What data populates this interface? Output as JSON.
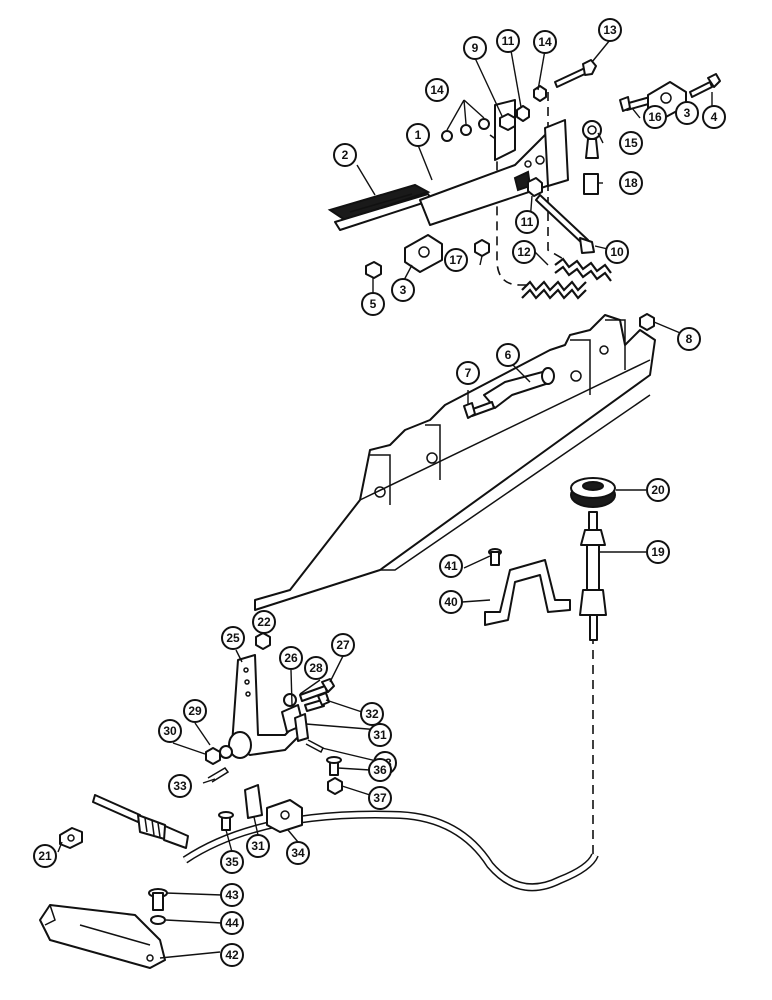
{
  "colors": {
    "ink": "#111111",
    "paper": "#ffffff"
  },
  "callouts": [
    {
      "id": "c1",
      "label": "1"
    },
    {
      "id": "c2",
      "label": "2"
    },
    {
      "id": "c3a",
      "label": "3"
    },
    {
      "id": "c3b",
      "label": "3"
    },
    {
      "id": "c4",
      "label": "4"
    },
    {
      "id": "c5",
      "label": "5"
    },
    {
      "id": "c6",
      "label": "6"
    },
    {
      "id": "c7",
      "label": "7"
    },
    {
      "id": "c8",
      "label": "8"
    },
    {
      "id": "c9",
      "label": "9"
    },
    {
      "id": "c10",
      "label": "10"
    },
    {
      "id": "c11a",
      "label": "11"
    },
    {
      "id": "c11b",
      "label": "11"
    },
    {
      "id": "c12",
      "label": "12"
    },
    {
      "id": "c13",
      "label": "13"
    },
    {
      "id": "c14a",
      "label": "14"
    },
    {
      "id": "c14b",
      "label": "14"
    },
    {
      "id": "c15",
      "label": "15"
    },
    {
      "id": "c16",
      "label": "16"
    },
    {
      "id": "c17",
      "label": "17"
    },
    {
      "id": "c18",
      "label": "18"
    },
    {
      "id": "c19",
      "label": "19"
    },
    {
      "id": "c20",
      "label": "20"
    },
    {
      "id": "c21",
      "label": "21"
    },
    {
      "id": "c22",
      "label": "22"
    },
    {
      "id": "c25",
      "label": "25"
    },
    {
      "id": "c26",
      "label": "26"
    },
    {
      "id": "c27",
      "label": "27"
    },
    {
      "id": "c28",
      "label": "28"
    },
    {
      "id": "c29",
      "label": "29"
    },
    {
      "id": "c30",
      "label": "30"
    },
    {
      "id": "c31a",
      "label": "31"
    },
    {
      "id": "c31b",
      "label": "31"
    },
    {
      "id": "c32",
      "label": "32"
    },
    {
      "id": "c33a",
      "label": "33"
    },
    {
      "id": "c33b",
      "label": "33"
    },
    {
      "id": "c34",
      "label": "34"
    },
    {
      "id": "c35",
      "label": "35"
    },
    {
      "id": "c36",
      "label": "36"
    },
    {
      "id": "c37",
      "label": "37"
    },
    {
      "id": "c40",
      "label": "40"
    },
    {
      "id": "c41",
      "label": "41"
    },
    {
      "id": "c42",
      "label": "42"
    },
    {
      "id": "c43",
      "label": "43"
    },
    {
      "id": "c44",
      "label": "44"
    }
  ]
}
